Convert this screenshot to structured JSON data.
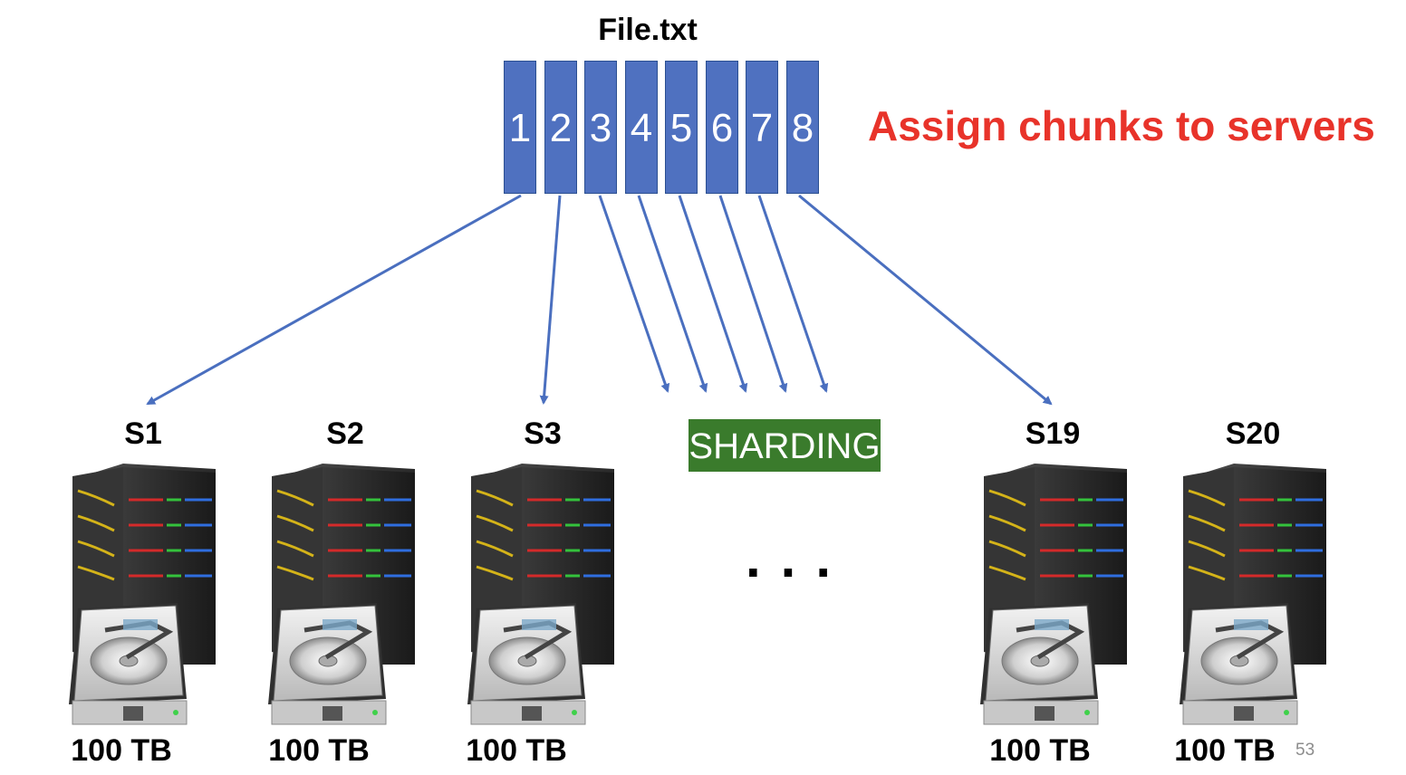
{
  "file": {
    "name": "File.txt",
    "chunks": [
      "1",
      "2",
      "3",
      "4",
      "5",
      "6",
      "7",
      "8"
    ]
  },
  "heading": "Assign chunks to servers",
  "servers": [
    {
      "label": "S1",
      "capacity": "100 TB"
    },
    {
      "label": "S2",
      "capacity": "100 TB"
    },
    {
      "label": "S3",
      "capacity": "100 TB"
    },
    {
      "label": "S19",
      "capacity": "100 TB"
    },
    {
      "label": "S20",
      "capacity": "100 TB"
    }
  ],
  "sharding_badge": "SHARDING",
  "ellipsis": "...",
  "page_number": "53",
  "colors": {
    "chunk_fill": "#4f71c0",
    "arrow": "#4a6fbf",
    "heading": "#e8332a",
    "badge": "#3a7b2c"
  }
}
